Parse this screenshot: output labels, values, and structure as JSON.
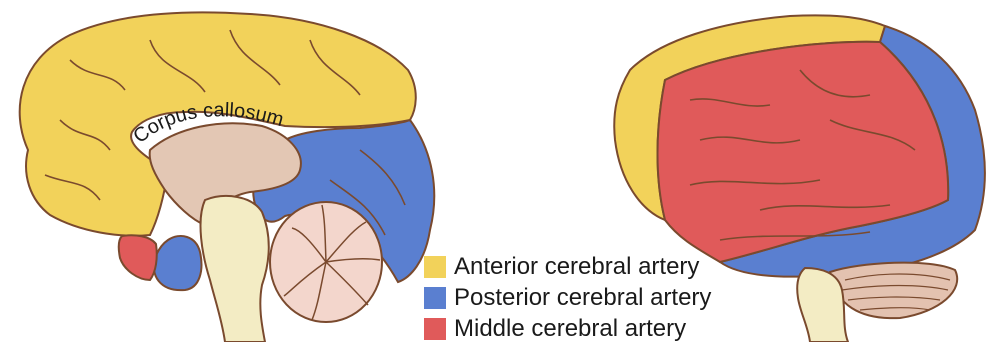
{
  "labels": {
    "corpus_callosum": "Corpus callosum"
  },
  "legend": [
    {
      "label": "Anterior cerebral artery",
      "color": "#f2d25a"
    },
    {
      "label": "Posterior cerebral artery",
      "color": "#5a7fd0"
    },
    {
      "label": "Middle cerebral artery",
      "color": "#e05a5a"
    }
  ],
  "colors": {
    "anterior": "#f2d25a",
    "posterior": "#5a7fd0",
    "middle": "#e05a5a",
    "outline": "#7a4a2e",
    "deep_structures": "#e3c7b4",
    "brainstem": "#f3ecc4",
    "cerebellum": "#f3d6cc"
  }
}
